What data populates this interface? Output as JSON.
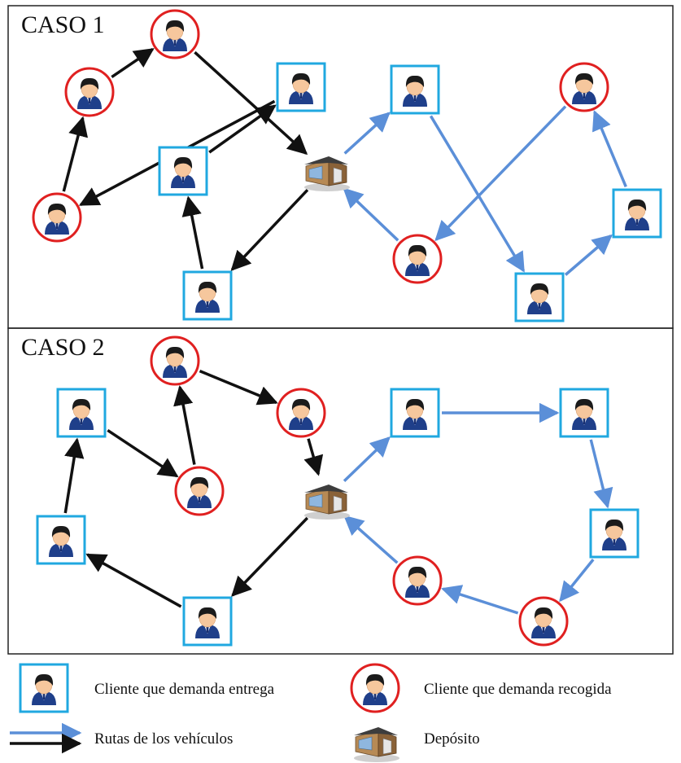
{
  "panels": [
    {
      "title": "CASO 1",
      "nodes": [
        {
          "id": "a1",
          "kind": "pickup"
        },
        {
          "id": "a2",
          "kind": "pickup"
        },
        {
          "id": "a3",
          "kind": "pickup"
        },
        {
          "id": "a4",
          "kind": "delivery"
        },
        {
          "id": "a5",
          "kind": "delivery"
        },
        {
          "id": "a6",
          "kind": "delivery"
        },
        {
          "id": "b1",
          "kind": "delivery"
        },
        {
          "id": "b2",
          "kind": "pickup"
        },
        {
          "id": "b3",
          "kind": "delivery"
        },
        {
          "id": "b4",
          "kind": "delivery"
        },
        {
          "id": "b5",
          "kind": "pickup"
        },
        {
          "id": "dep",
          "kind": "depot"
        }
      ],
      "routes": [
        {
          "color": "#111111",
          "path": [
            "dep",
            "a6",
            "a5",
            "a4",
            "a1",
            "a2",
            "a3",
            "dep"
          ]
        },
        {
          "color": "#5b8fd8",
          "path": [
            "dep",
            "b1",
            "b3",
            "b4",
            "b5",
            "b2",
            "dep"
          ]
        }
      ]
    },
    {
      "title": "CASO 2",
      "nodes": [
        {
          "id": "c1",
          "kind": "delivery"
        },
        {
          "id": "c2",
          "kind": "pickup"
        },
        {
          "id": "c3",
          "kind": "pickup"
        },
        {
          "id": "c4",
          "kind": "pickup"
        },
        {
          "id": "c5",
          "kind": "delivery"
        },
        {
          "id": "c6",
          "kind": "delivery"
        },
        {
          "id": "d1",
          "kind": "delivery"
        },
        {
          "id": "d2",
          "kind": "delivery"
        },
        {
          "id": "d3",
          "kind": "delivery"
        },
        {
          "id": "d4",
          "kind": "pickup"
        },
        {
          "id": "d5",
          "kind": "pickup"
        },
        {
          "id": "dep",
          "kind": "depot"
        }
      ],
      "routes": [
        {
          "color": "#111111",
          "path": [
            "dep",
            "c6",
            "c5",
            "c1",
            "c4",
            "c2",
            "c3",
            "dep"
          ]
        },
        {
          "color": "#5b8fd8",
          "path": [
            "dep",
            "d1",
            "d2",
            "d3",
            "d4",
            "d5",
            "dep"
          ]
        }
      ]
    }
  ],
  "legend": {
    "delivery_label": "Cliente que demanda entrega",
    "pickup_label": "Cliente que demanda recogida",
    "routes_label": "Rutas de los vehículos",
    "depot_label": "Depósito",
    "route_colors": [
      "#5b8fd8",
      "#111111"
    ]
  },
  "colors": {
    "delivery_frame": "#20a8e0",
    "pickup_ring": "#e02020",
    "border": "#222222"
  }
}
